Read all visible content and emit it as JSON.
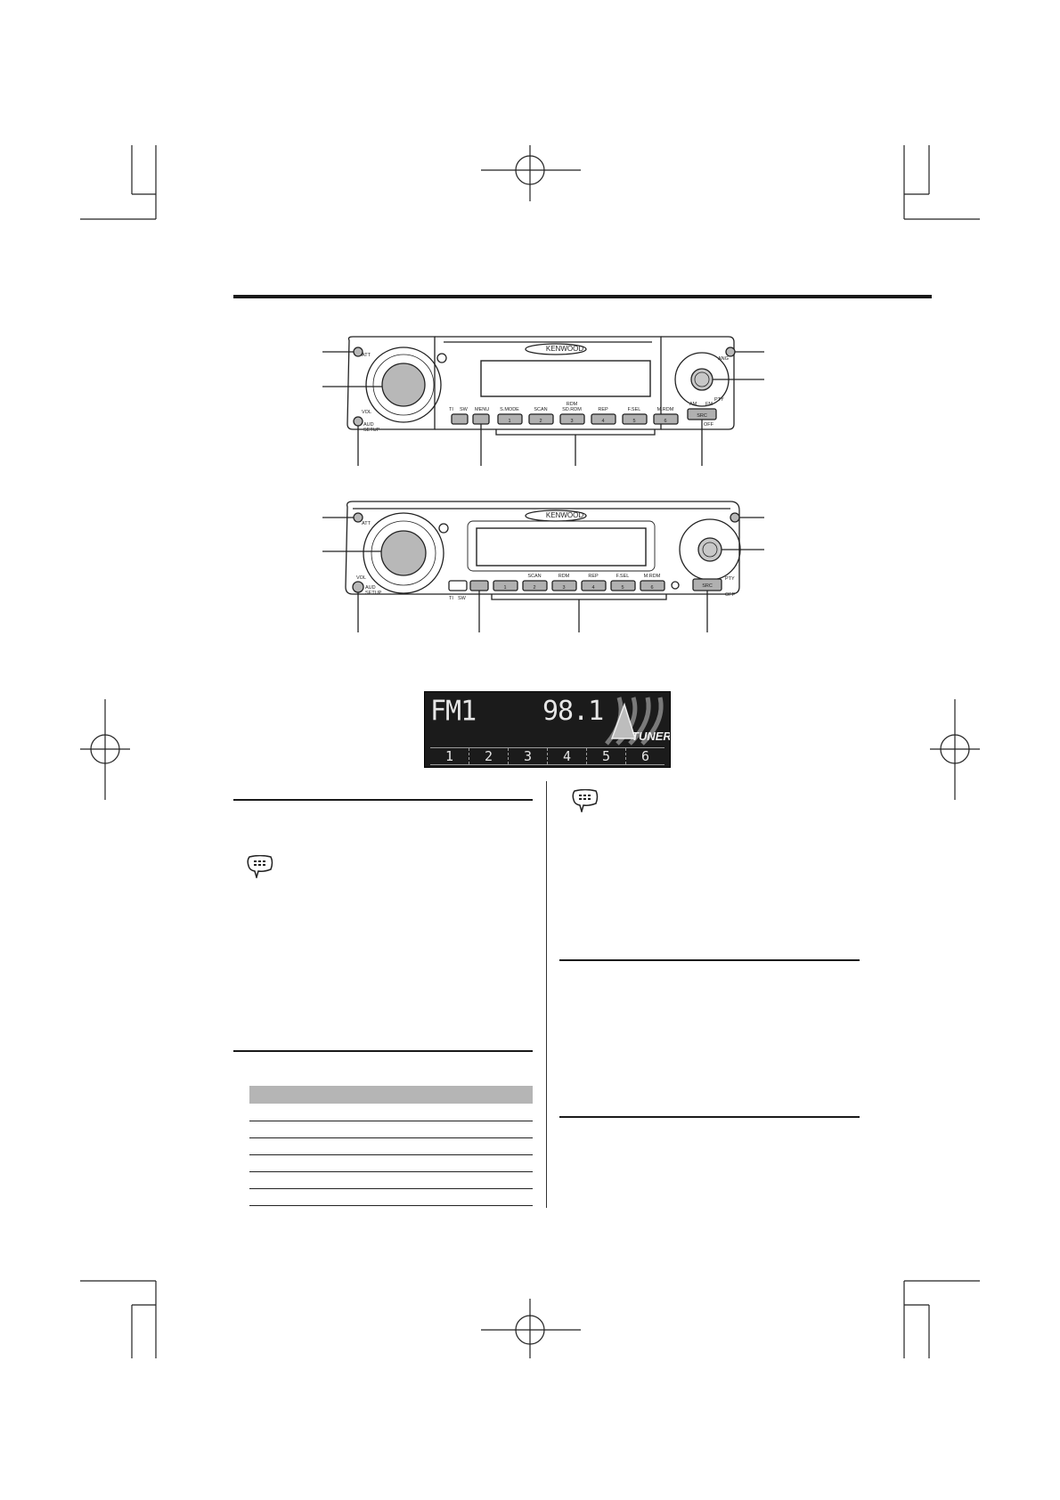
{
  "unit_top": {
    "brand": "KENWOOD",
    "att_label": "ATT",
    "vol_label": "VOL",
    "aud_label": "AUD",
    "setup_label": "SETUP",
    "ti_label": "TI",
    "vs_label": "SW",
    "menu_label": "MENU",
    "preset_captions": [
      "S.MODE",
      "SCAN",
      "RDM",
      "REP",
      "F.SEL",
      "M.RDM"
    ],
    "rdm_sub_caption": "SD.RDM",
    "preset_keys": [
      "1",
      "2",
      "3",
      "4",
      "5",
      "6"
    ],
    "ang_label": "ANG",
    "src_label": "SRC",
    "am_label": "AM",
    "fm_label": "FM",
    "off_label": "OFF",
    "pty_label": "PTY"
  },
  "unit_bottom": {
    "brand": "KENWOOD",
    "att_label": "ATT",
    "vol_label": "VOL",
    "aud_label": "AUD",
    "setup_label": "SETUP",
    "preset_captions": [
      "SCAN",
      "RDM",
      "REP",
      "F.SEL",
      "M.RDM"
    ],
    "preset_keys": [
      "1",
      "2",
      "3",
      "4",
      "5",
      "6"
    ],
    "src_label": "SRC",
    "off_label": "OFF",
    "pty_label": "PTY",
    "ti_label": "TI",
    "vs_label": "SW"
  },
  "lcd": {
    "band": "FM1",
    "frequency": "98.1",
    "source": "TUNER",
    "presets": [
      "1",
      "2",
      "3",
      "4",
      "5",
      "6"
    ]
  },
  "colors": {
    "lcd_bg": "#1b1b1b",
    "lcd_text": "#e6e6e6",
    "table_header": "#b5b5b5",
    "rule": "#1a1a1a"
  }
}
